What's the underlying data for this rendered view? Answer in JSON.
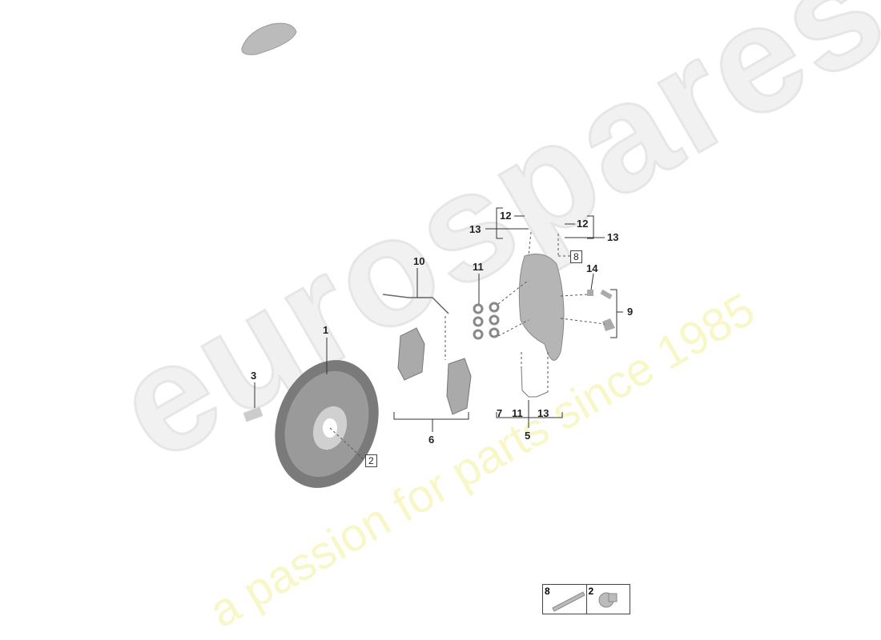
{
  "watermark": {
    "brand": "eurospares",
    "tagline": "a passion for parts since 1985"
  },
  "callouts": {
    "c1": "1",
    "c2": "2",
    "c3": "3",
    "c5": "5",
    "c6": "6",
    "c7": "7",
    "c8": "8",
    "c9": "9",
    "c10": "10",
    "c11a": "11",
    "c11b": "11",
    "c12a": "12",
    "c12b": "12",
    "c13a": "13",
    "c13b": "13",
    "c13c": "13",
    "c14": "14"
  },
  "legend": [
    {
      "number": "8",
      "part": "bolt"
    },
    {
      "number": "2",
      "part": "screw"
    }
  ]
}
